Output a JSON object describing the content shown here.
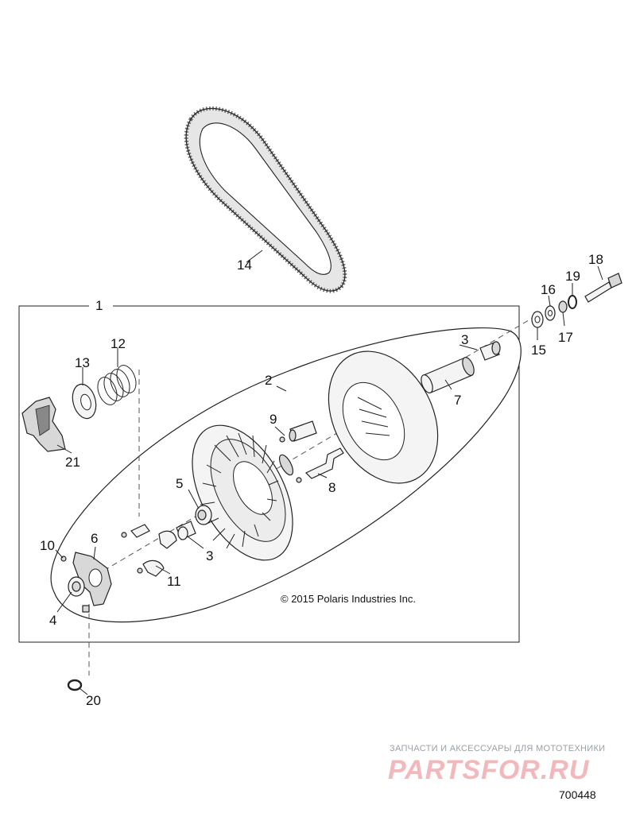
{
  "diagram": {
    "callouts": [
      {
        "id": "c1",
        "text": "1"
      },
      {
        "id": "c2",
        "text": "2"
      },
      {
        "id": "c3a",
        "text": "3"
      },
      {
        "id": "c3b",
        "text": "3"
      },
      {
        "id": "c4",
        "text": "4"
      },
      {
        "id": "c5",
        "text": "5"
      },
      {
        "id": "c6",
        "text": "6"
      },
      {
        "id": "c7",
        "text": "7"
      },
      {
        "id": "c8",
        "text": "8"
      },
      {
        "id": "c9",
        "text": "9"
      },
      {
        "id": "c10",
        "text": "10"
      },
      {
        "id": "c11",
        "text": "11"
      },
      {
        "id": "c12",
        "text": "12"
      },
      {
        "id": "c13",
        "text": "13"
      },
      {
        "id": "c14",
        "text": "14"
      },
      {
        "id": "c15",
        "text": "15"
      },
      {
        "id": "c16",
        "text": "16"
      },
      {
        "id": "c17",
        "text": "17"
      },
      {
        "id": "c18",
        "text": "18"
      },
      {
        "id": "c19",
        "text": "19"
      },
      {
        "id": "c20",
        "text": "20"
      },
      {
        "id": "c21",
        "text": "21"
      }
    ],
    "copyright": "© 2015 Polaris Industries Inc.",
    "figure_number": "700448"
  },
  "watermark": {
    "tagline": "ЗАПЧАСТИ И АКСЕССУАРЫ ДЛЯ МОТОТЕХНИКИ",
    "brand": "PARTSFOR.RU"
  }
}
